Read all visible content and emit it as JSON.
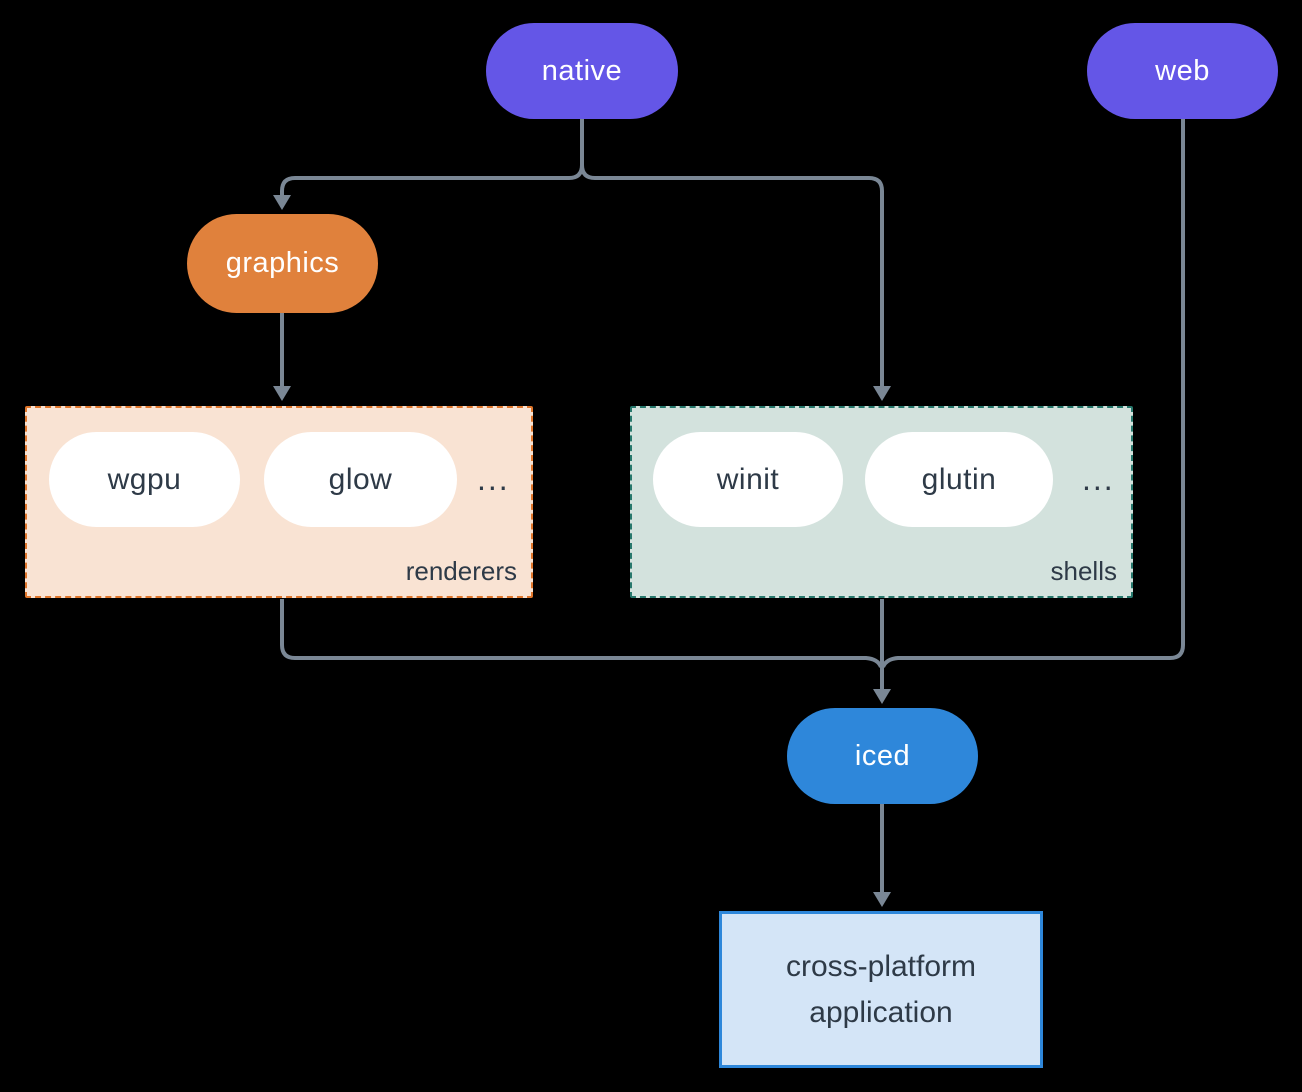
{
  "diagram": {
    "nodes": {
      "native": {
        "label": "native"
      },
      "web": {
        "label": "web"
      },
      "graphics": {
        "label": "graphics"
      },
      "wgpu": {
        "label": "wgpu"
      },
      "glow": {
        "label": "glow"
      },
      "winit": {
        "label": "winit"
      },
      "glutin": {
        "label": "glutin"
      },
      "iced": {
        "label": "iced"
      },
      "app": {
        "label": "cross-platform application"
      }
    },
    "groups": {
      "renderers": {
        "label": "renderers",
        "ellipsis": "..."
      },
      "shells": {
        "label": "shells",
        "ellipsis": "..."
      }
    },
    "edges": [
      {
        "from": "native",
        "to": "graphics"
      },
      {
        "from": "native",
        "to": "shells"
      },
      {
        "from": "graphics",
        "to": "renderers"
      },
      {
        "from": "renderers",
        "to": "iced"
      },
      {
        "from": "shells",
        "to": "iced"
      },
      {
        "from": "web",
        "to": "iced"
      },
      {
        "from": "iced",
        "to": "app"
      }
    ],
    "colors": {
      "background": "#000000",
      "platform_pill": "#6456E7",
      "graphics_pill": "#E0813C",
      "iced_pill": "#2E87DA",
      "node_pill_bg": "#FFFFFF",
      "node_text_dark": "#2E3A47",
      "node_text_light": "#FFFFFF",
      "renderers_bg": "#F9E3D3",
      "renderers_border": "#E0762B",
      "shells_bg": "#D3E2DD",
      "shells_border": "#27786C",
      "app_bg": "#D4E5F7",
      "app_border": "#2E87DA",
      "connector": "#7A8795"
    }
  }
}
